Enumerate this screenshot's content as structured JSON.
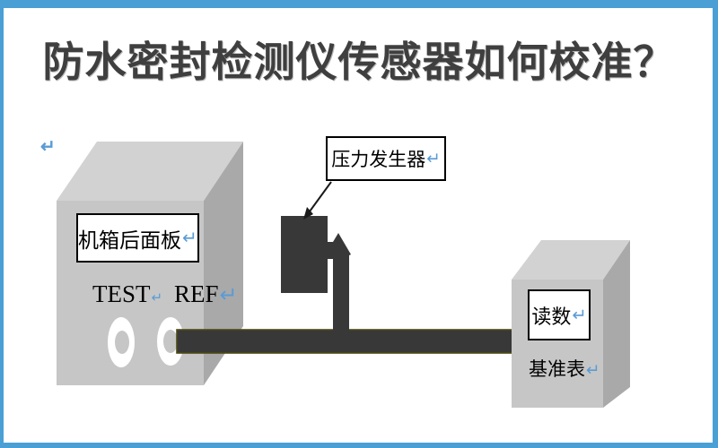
{
  "colors": {
    "frame_blue": "#4aa0d5",
    "mark_blue": "#5b9bd5",
    "title_gray": "#3f3f3f",
    "box_front": "#c6c6c6",
    "box_top": "#d2d2d2",
    "box_side": "#a9a9a9",
    "dark": "#383838",
    "bar_edge": "#4c4a15"
  },
  "title": {
    "text": "防水密封检测仪传感器如何校准？"
  },
  "diagram": {
    "marks": {
      "return_mark": "↵"
    },
    "left_device": {
      "panel_label": "机箱后面板",
      "port_test": "TEST",
      "port_ref": "REF"
    },
    "pressure_generator": {
      "label": "压力发生器"
    },
    "reference_gauge": {
      "reading_label": "读数",
      "name": "基准表"
    }
  }
}
